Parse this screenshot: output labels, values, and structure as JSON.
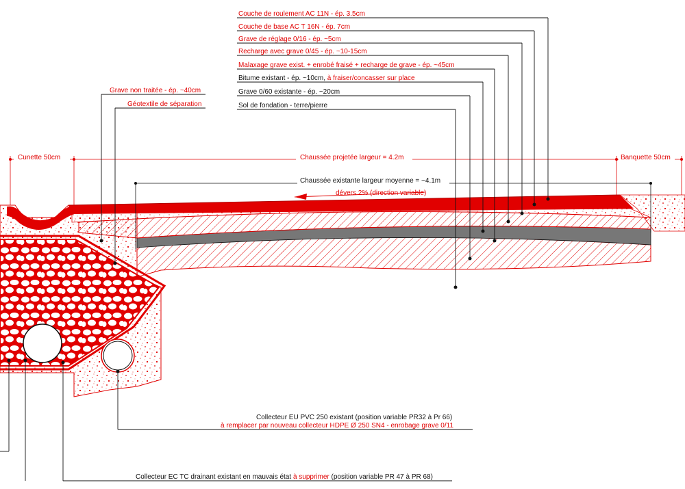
{
  "labels": {
    "roulement": "Couche de roulement AC 11N - ép. 3.5cm",
    "base": "Couche de base AC T 16N - ép. 7cm",
    "reglage": "Grave de réglage 0/16 - ép. ~5cm",
    "recharge": "Recharge avec grave 0/45 - ép. ~10-15cm",
    "malaxage": "Malaxage grave exist. + enrobé fraisé + recharge de grave - ép. ~45cm",
    "bitume_a": "Bitume existant - ép. ~10cm, ",
    "bitume_b": "à fraiser/concasser sur place",
    "grave060": "Grave 0/60 existante - ép. ~20cm",
    "sol": "Sol de fondation - terre/pierre",
    "grave_nt": "Grave non traitée - ép. ~40cm",
    "geotextile": "Géotextile de séparation",
    "cunette": "Cunette 50cm",
    "chaussee_proj": "Chaussée projetée largeur = 4.2m",
    "banquette": "Banquette 50cm",
    "chaussee_exist": "Chaussée existante largeur moyenne = ~4.1m",
    "devers": "dévers 2% (direction variable)",
    "eu_a": "Collecteur EU PVC 250 existant (position variable PR32 à Pr 66)",
    "eu_b": "à remplacer par nouveau collecteur HDPE Ø 250 SN4 - enrobage grave 0/11",
    "ec_a": "Collecteur EC TC drainant existant en mauvais état ",
    "ec_b": "à supprimer",
    "ec_c": " (position variable PR 47 à PR 68)"
  },
  "colors": {
    "red": "#e10000",
    "black": "#111111",
    "bitumen_grey": "#777777"
  }
}
